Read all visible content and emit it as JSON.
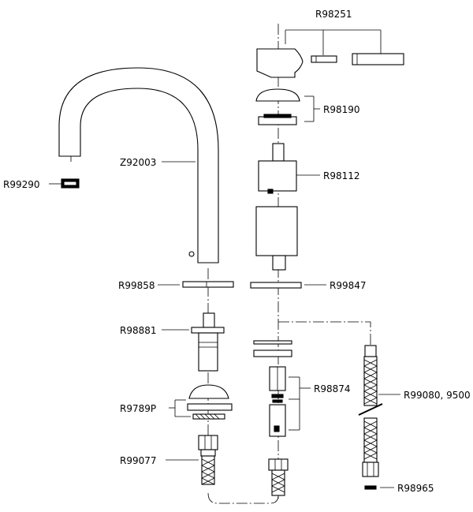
{
  "labels": {
    "r98251": "R98251",
    "r98190": "R98190",
    "r98112": "R98112",
    "z92003": "Z92003",
    "r99290": "R99290",
    "r99858": "R99858",
    "r99847": "R99847",
    "r98881": "R98881",
    "r98874": "R98874",
    "r9789p": "R9789P",
    "r99080": "R99080, 9500",
    "r99077": "R99077",
    "r98965": "R98965"
  }
}
